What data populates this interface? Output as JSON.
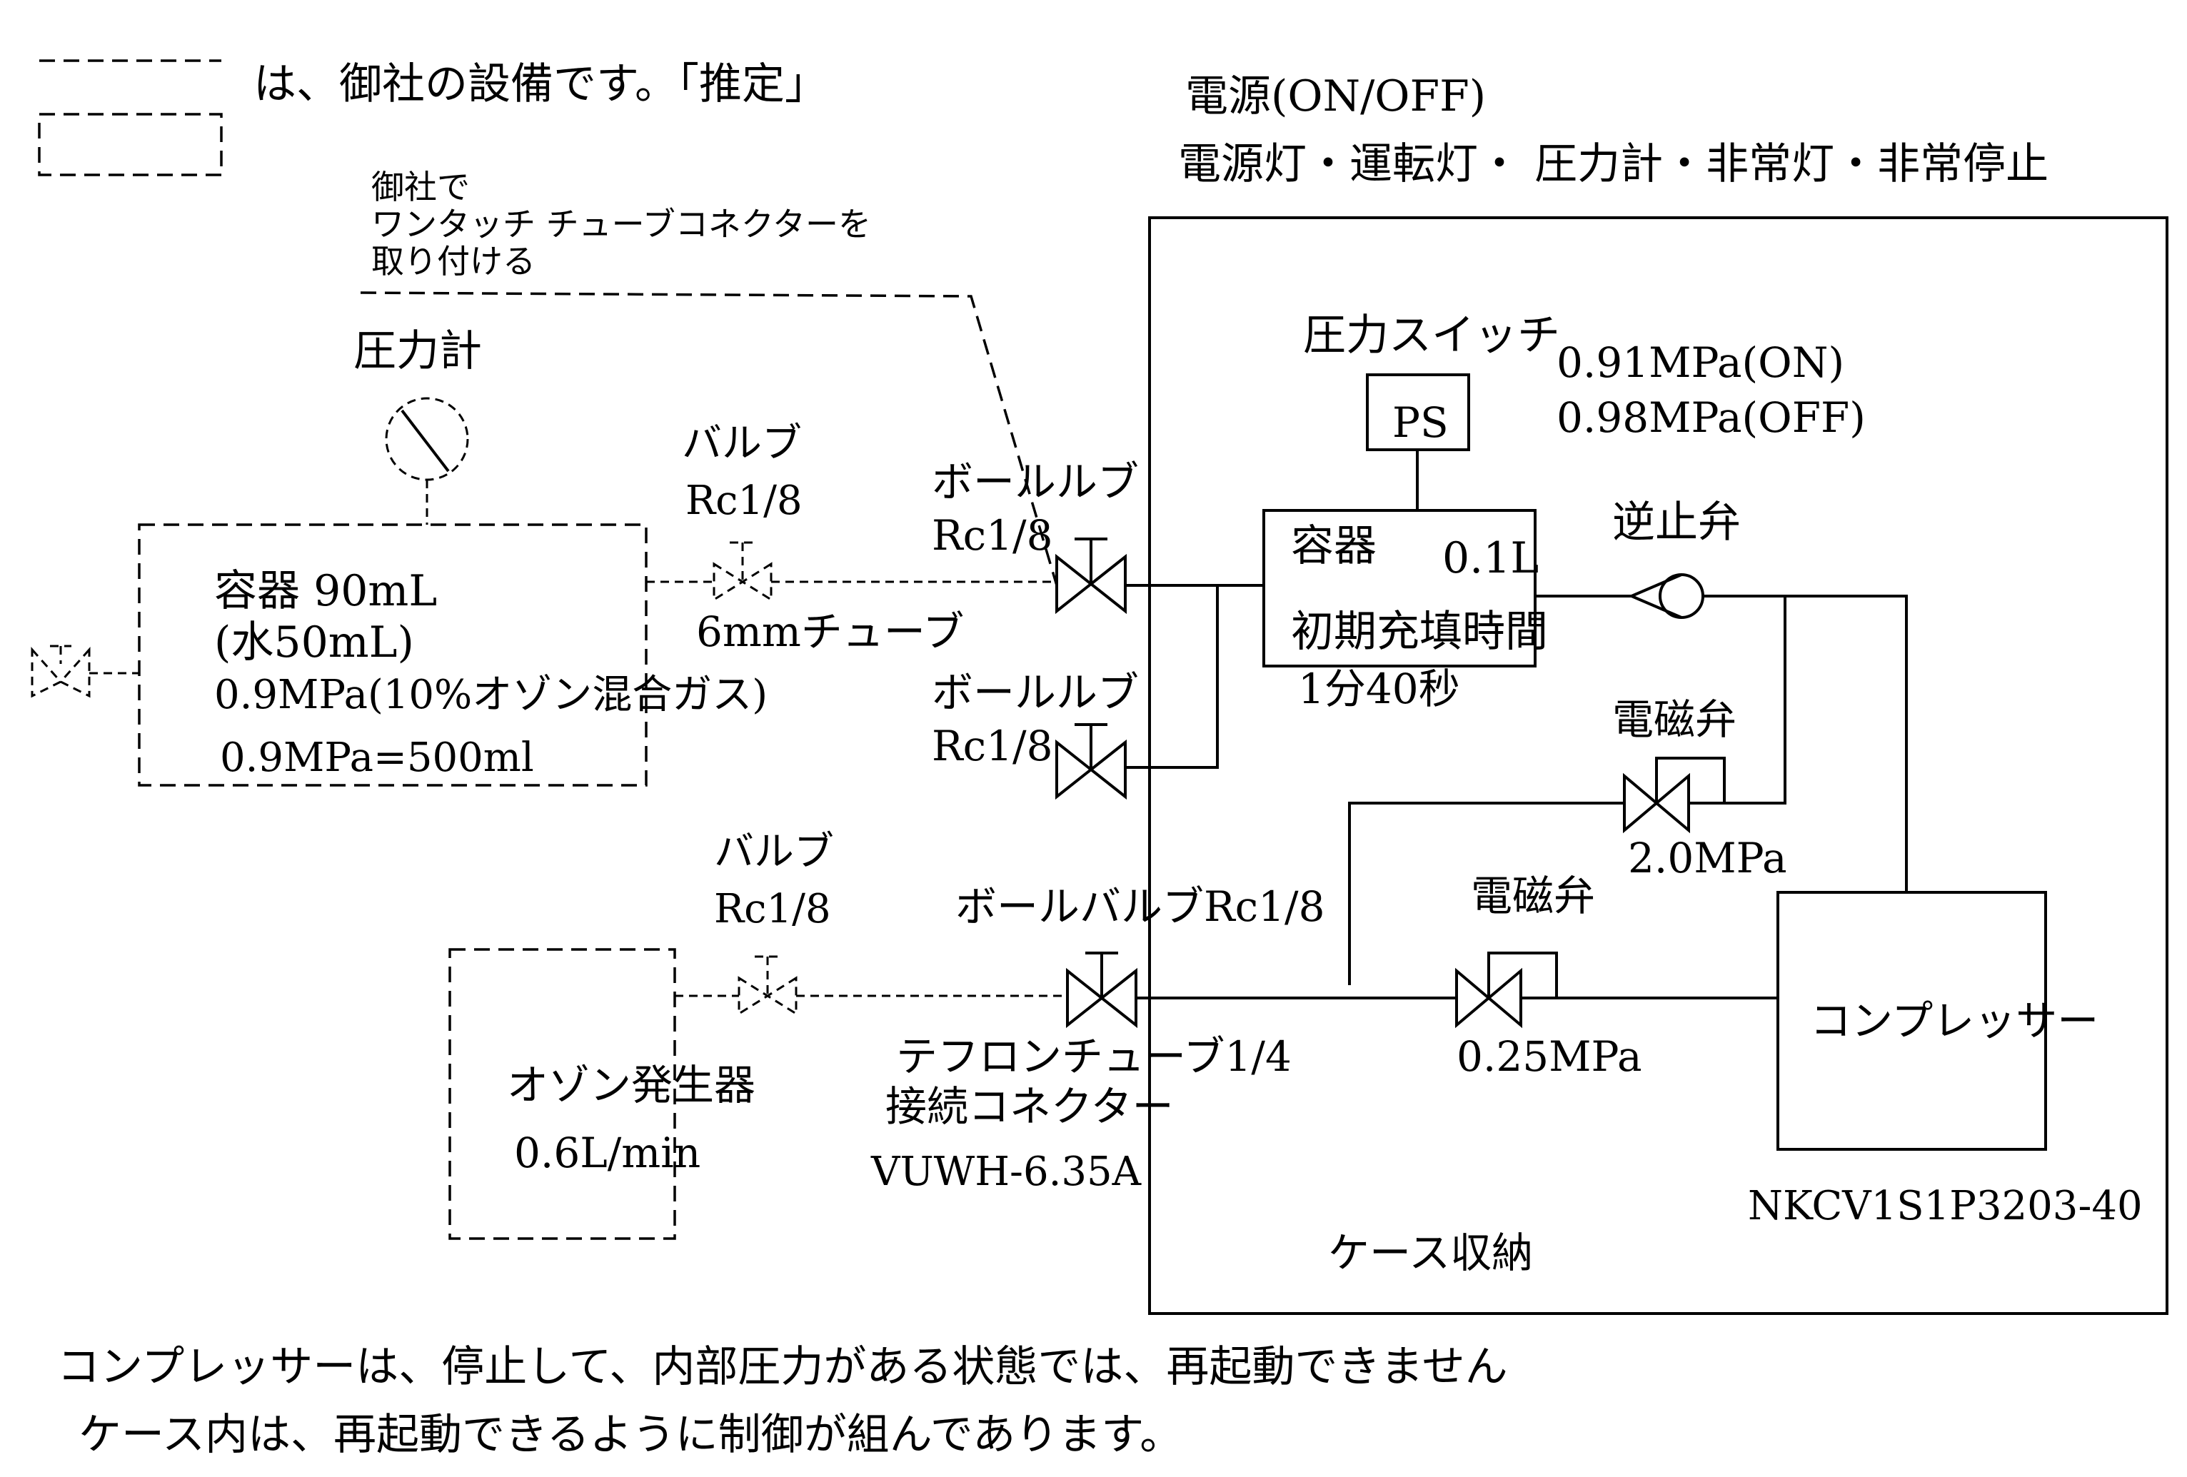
{
  "legend": {
    "text": "は、御社の設備です。「推定」"
  },
  "power": {
    "line1": "電源(ON/OFF)",
    "line2": "電源灯・運転灯・ 圧力計・非常灯・非常停止"
  },
  "connector_note": {
    "line1": "御社で",
    "line2": "ワンタッチ チューブコネクターを",
    "line3": "取り付ける"
  },
  "pressure_gauge": {
    "label": "圧力計"
  },
  "vessel_90": {
    "line1": "容器  90mL",
    "line2": "(水50mL)",
    "line3": "0.9MPa(10%オゾン混合ガス)",
    "line4": "0.9MPa=500ml"
  },
  "valve_upper": {
    "line1": "バルブ",
    "line2": "Rc1/8"
  },
  "tube_6mm": "6mmチューブ",
  "ball_valve_1": {
    "line1": "ボールルブ",
    "line2": "Rc1/8"
  },
  "ball_valve_2": {
    "line1": "ボールルブ",
    "line2": "Rc1/8"
  },
  "pressure_switch": {
    "label": "圧力スイッチ",
    "box": "PS",
    "on": "0.91MPa(ON)",
    "off": "0.98MPa(OFF)"
  },
  "vessel_01": {
    "name": "容器",
    "volume": "0.1L",
    "fill_label": "初期充填時間",
    "fill_time": "1分40秒"
  },
  "check_valve": {
    "label": "逆止弁"
  },
  "solenoid_upper": {
    "label": "電磁弁",
    "pressure": "2.0MPa"
  },
  "valve_lower": {
    "line1": "バルブ",
    "line2": "Rc1/8"
  },
  "ball_valve_3": {
    "label": "ボールバルブRc1/8"
  },
  "solenoid_lower": {
    "label": "電磁弁",
    "pressure": "0.25MPa"
  },
  "ozone_generator": {
    "line1": "オゾン発生器",
    "line2": "0.6L/min"
  },
  "teflon": {
    "line1": "テフロンチューブ1/4",
    "line2": "接続コネクター",
    "line3": "VUWH-6.35A"
  },
  "compressor": {
    "label": "コンプレッサー",
    "model": "NKCV1S1P3203-40"
  },
  "case_label": "ケース収納",
  "notes": {
    "line1": "コンプレッサーは、停止して、内部圧力がある状態では、再起動できません",
    "line2": "ケース内は、再起動できるように制御が組んであります。"
  }
}
